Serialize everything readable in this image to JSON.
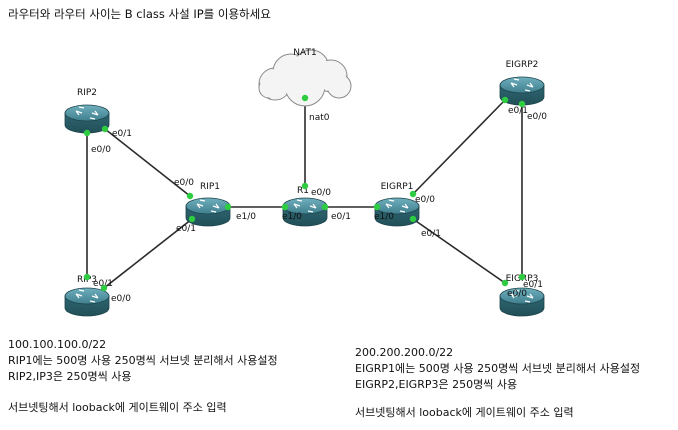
{
  "title": "라우터와 라우터 사이는 B class 사설 IP를 이용하세요",
  "nodes": {
    "nat1": {
      "label": "NAT1"
    },
    "rip2": {
      "label": "RIP2"
    },
    "rip1": {
      "label": "RIP1"
    },
    "rip3": {
      "label": "RIP3"
    },
    "r1": {
      "label": "R1"
    },
    "eigrp1": {
      "label": "EIGRP1"
    },
    "eigrp2": {
      "label": "EIGRP2"
    },
    "eigrp3": {
      "label": "EIGRP3"
    }
  },
  "links": [
    {
      "from": "rip2",
      "to": "rip1",
      "from_if": "e0/1",
      "to_if": "e0/0"
    },
    {
      "from": "rip2",
      "to": "rip3",
      "from_if": "e0/0",
      "to_if": "e0/1"
    },
    {
      "from": "rip1",
      "to": "rip3",
      "from_if": "e0/1",
      "to_if": "e0/0"
    },
    {
      "from": "rip1",
      "to": "r1",
      "from_if": "e1/0",
      "to_if": "e1/0"
    },
    {
      "from": "nat1",
      "to": "r1",
      "from_if": "nat0",
      "to_if": "e0/0"
    },
    {
      "from": "r1",
      "to": "eigrp1",
      "from_if": "e0/1",
      "to_if": "e1/0"
    },
    {
      "from": "eigrp1",
      "to": "eigrp2",
      "from_if": "e0/0",
      "to_if": "e0/1"
    },
    {
      "from": "eigrp1",
      "to": "eigrp3",
      "from_if": "e0/1",
      "to_if": "e0/1"
    },
    {
      "from": "eigrp2",
      "to": "eigrp3",
      "from_if": "e0/0",
      "to_if": "e0/0"
    }
  ],
  "notes": {
    "left": {
      "network": "100.100.100.0/22",
      "line1": "RIP1에는 500명 사용 250명씩 서브넷 분리해서 사용설정",
      "line2": "RIP2,IP3은 250명씩 사용",
      "line3": "서브넷팅해서 looback에 게이트웨이 주소 입력"
    },
    "right": {
      "network": "200.200.200.0/22",
      "line1": "EIGRP1에는 500명 사용 250명씩 서브넷 분리해서 사용설정",
      "line2": "EIGRP2,EIGRP3은 250명씩 사용",
      "line3": "서브넷팅해서 looback에 게이트웨이 주소 입력"
    }
  },
  "colors": {
    "link": "#2b2b2b",
    "port": "#2ecc40",
    "router_top": "#4b8a98",
    "router_side": "#2f6571"
  }
}
